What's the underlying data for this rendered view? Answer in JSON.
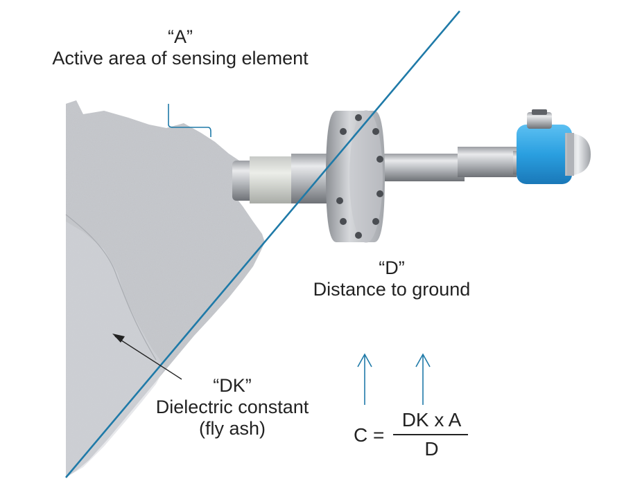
{
  "labels": {
    "a_symbol": "“A”",
    "a_desc": "Active area of sensing element",
    "d_symbol": "“D”",
    "d_desc": "Distance to ground",
    "dk_symbol": "“DK”",
    "dk_desc": "Dielectric constant",
    "dk_note": "(fly ash)"
  },
  "formula": {
    "lhs": "C =",
    "numerator": "DK x A",
    "denominator": "D"
  },
  "colors": {
    "accent_line": "#1f7aa8",
    "probe_head": "#2a9fe0",
    "ash": "#c9ccd0",
    "text": "#222222"
  }
}
